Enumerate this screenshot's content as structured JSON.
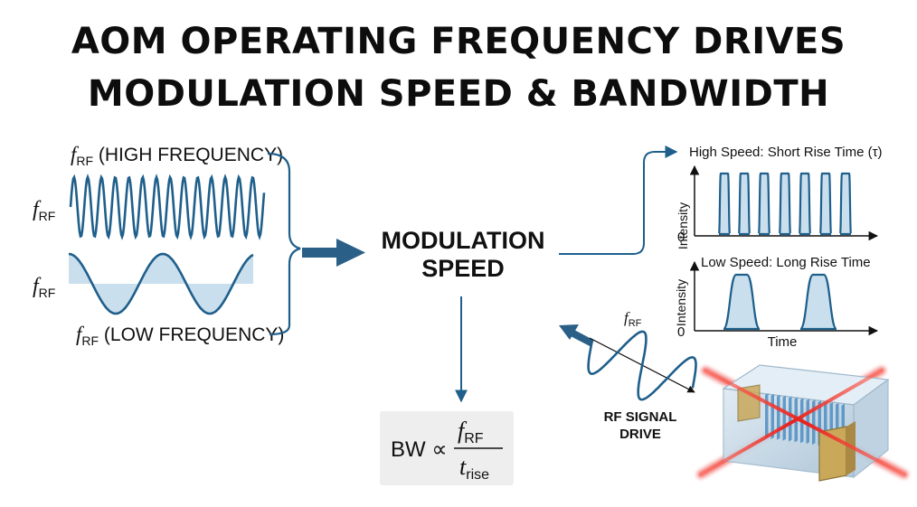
{
  "title": {
    "line1": "AOM OPERATING FREQUENCY DRIVES",
    "line2": "MODULATION SPEED & BANDWIDTH"
  },
  "left_panel": {
    "high_label_sym": "f",
    "high_label_sub": "RF",
    "high_label_text": " (HIGH FREQUENCY)",
    "low_label_sym": "f",
    "low_label_sub": "RF",
    "low_label_text": " (LOW FREQUENCY)",
    "axis_sym": "f",
    "axis_sub": "RF"
  },
  "center": {
    "line1": "MODULATION",
    "line2": "SPEED"
  },
  "formula": {
    "lhs": "BW ∝",
    "num_sym": "f",
    "num_sub": "RF",
    "den_sym": "t",
    "den_sub": "rise"
  },
  "high_speed_plot": {
    "title": "High Speed: Short Rise Time (τ)",
    "ylabel": "Intensity",
    "zero": "0"
  },
  "low_speed_plot": {
    "title": "Low Speed: Long Rise Time",
    "ylabel": "Intensity",
    "zero": "0",
    "xlabel": "Time"
  },
  "rf_drive": {
    "sym": "f",
    "sub": "RF",
    "label_line1": "RF SIGNAL",
    "label_line2": "DRIVE"
  },
  "colors": {
    "wave": "#1f5f8b",
    "fill": "#c9dfee",
    "arrow": "#2a5f88",
    "laser": "#e8201c",
    "crystal_gold": "#c9a85a"
  }
}
